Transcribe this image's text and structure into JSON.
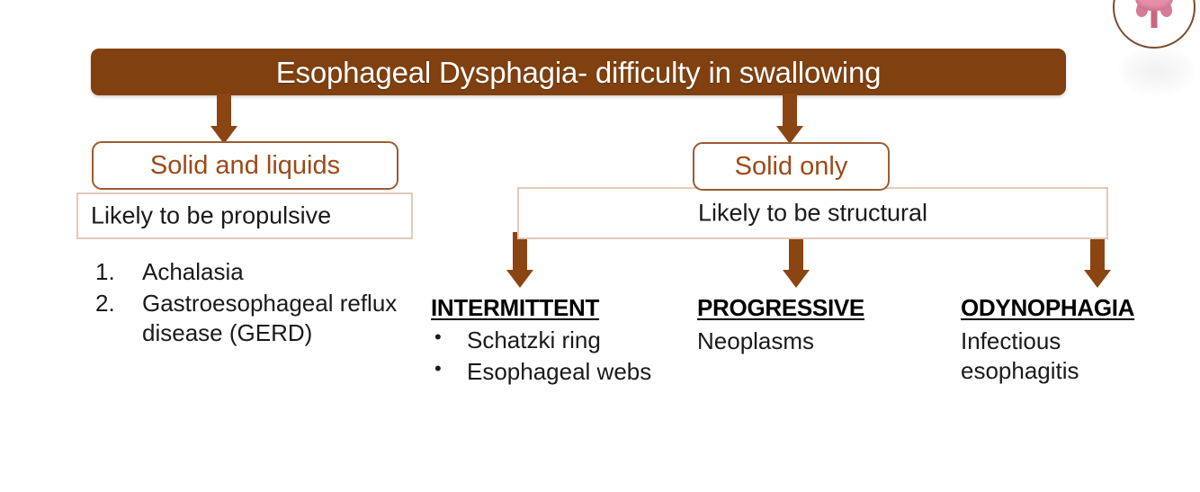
{
  "slide": {
    "title": "Esophageal Dysphagia- difficulty in swallowing"
  },
  "logo": {
    "name": "anatomical-circle-logo"
  },
  "branches": {
    "left": {
      "pill_label": "Solid and liquids",
      "rect_label": "Likely to be propulsive",
      "items": [
        "Achalasia",
        "Gastroesophageal reflux disease (GERD)"
      ]
    },
    "right": {
      "pill_label": "Solid only",
      "rect_label": "Likely to be structural",
      "columns": [
        {
          "heading": "INTERMITTENT",
          "bullets": [
            "Schatzki ring",
            "Esophageal webs"
          ],
          "lines": []
        },
        {
          "heading": "PROGRESSIVE",
          "bullets": [],
          "lines": [
            "Neoplasms"
          ]
        },
        {
          "heading": "ODYNOPHAGIA",
          "bullets": [],
          "lines": [
            "Infectious esophagitis"
          ]
        }
      ]
    }
  },
  "colors": {
    "brand_brown": "#80400F",
    "arrow_brown": "#8B4513",
    "pill_border": "#9C5B30",
    "pill_text": "#9C4A1A",
    "rect_border": "#E3CABB",
    "title_text": "#FFFFFF",
    "body_text": "#1A1A1A"
  }
}
